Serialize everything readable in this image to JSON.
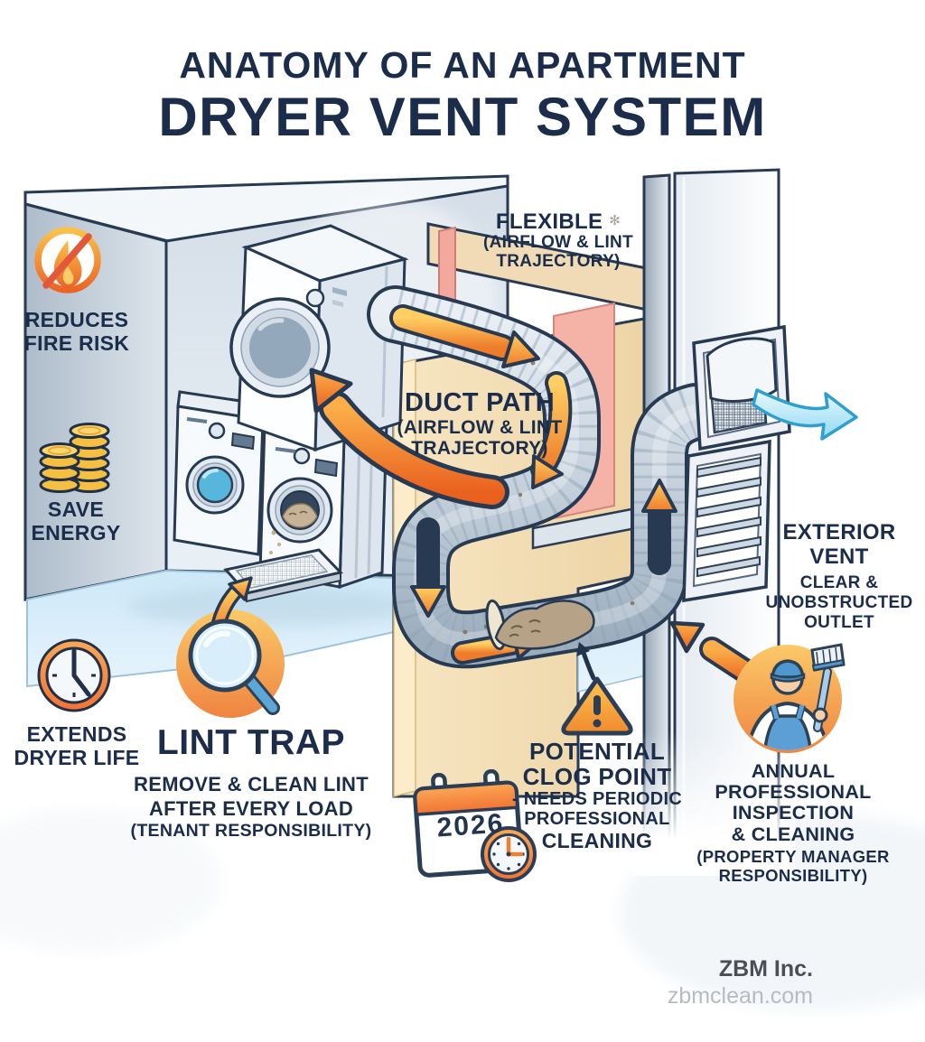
{
  "title": {
    "line1": "ANATOMY OF AN APARTMENT",
    "line2": "DRYER VENT SYSTEM"
  },
  "benefits": [
    {
      "icon": "no-fire-icon",
      "line1": "REDUCES",
      "line2": "FIRE RISK"
    },
    {
      "icon": "coins-icon",
      "line1": "SAVE",
      "line2": "ENERGY"
    },
    {
      "icon": "clock-icon",
      "line1": "EXTENDS",
      "line2": "DRYER LIFE"
    }
  ],
  "diagram": {
    "flexible": {
      "title": "FLEXIBLE",
      "lint_icon": "✻",
      "sub1": "(AIRFLOW & LINT",
      "sub2": "TRAJECTORY)"
    },
    "duct_path": {
      "title": "DUCT PATH",
      "sub1": "(AIRFLOW & LINT",
      "sub2": "TRAJECTORY)"
    },
    "exterior_vent": {
      "line1": "EXTERIOR",
      "line2": "VENT",
      "sub1": "CLEAR &",
      "sub2": "UNOBSTRUCTED",
      "sub3": "OUTLET"
    },
    "lint_trap": {
      "title": "LINT TRAP",
      "sub1": "REMOVE & CLEAN LINT",
      "sub2": "AFTER EVERY LOAD",
      "sub3": "(TENANT RESPONSIBILITY)"
    },
    "clog": {
      "line1": "POTENTIAL",
      "line2": "CLOG POINT",
      "sub1": "- NEEDS PERIODIC",
      "sub2": "PROFESSIONAL",
      "sub3": "CLEANING"
    },
    "annual": {
      "line1": "ANNUAL",
      "line2": "PROFESSIONAL",
      "line3": "INSPECTION",
      "line4": "& CLEANING",
      "sub1": "(PROPERTY MANAGER",
      "sub2": "RESPONSIBILITY)"
    },
    "calendar_year": "2026"
  },
  "footer": {
    "company": "ZBM Inc.",
    "website": "zbmclean.com"
  },
  "colors": {
    "navy": "#1b2d4a",
    "arrow_orange": "#ee7c2b",
    "orange_disc": "#ef8440",
    "tan_panel": "#f3dfba",
    "pink_insulation": "#f3a89d",
    "duct_metal": "#c3cfdb",
    "floor_blue": "#d9edf9",
    "air_blue": "#8fd9f4",
    "coin_gold": "#f5bf42",
    "footer_gray": "#4b4f55",
    "footer_light": "#b7bbc1"
  }
}
